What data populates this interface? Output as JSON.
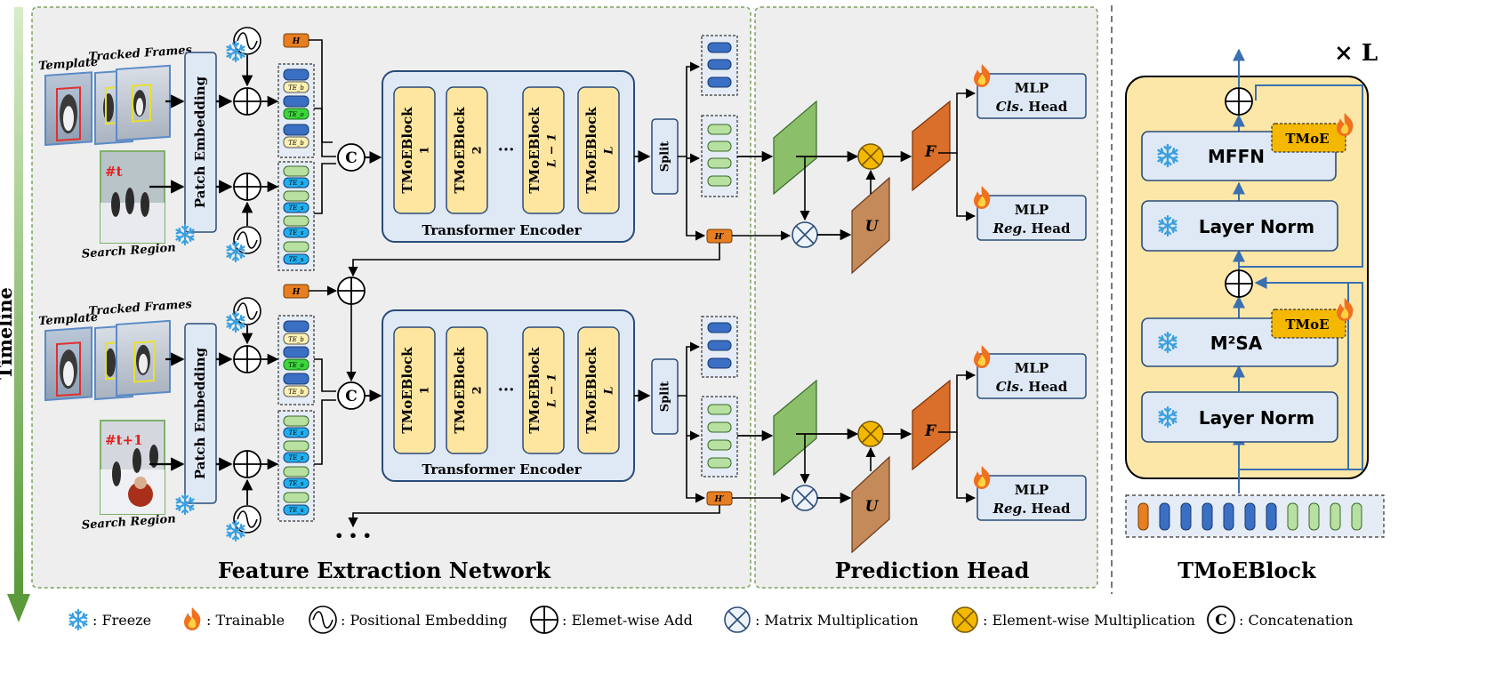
{
  "timeline_label": "Timeline",
  "sections": {
    "feature_extraction": "Feature Extraction Network",
    "prediction_head": "Prediction Head",
    "tmoe_block": "TMoEBlock"
  },
  "rows": [
    {
      "template_label": "Template",
      "tracked_label": "Tracked Frames",
      "frame_tag": "#t",
      "search_label": "Search Region"
    },
    {
      "template_label": "Template",
      "tracked_label": "Tracked Frames",
      "frame_tag": "#t+1",
      "search_label": "Search Region"
    }
  ],
  "patch_embedding": "Patch Embedding",
  "tokens": {
    "h": "H",
    "h_prime": "H′",
    "te_b": "TE_b",
    "te_o": "TE_o",
    "te_s": "TE_s"
  },
  "concat_symbol": "C",
  "encoder": {
    "title": "Transformer Encoder",
    "blocks": [
      {
        "name": "TMoEBlock",
        "index": "1"
      },
      {
        "name": "TMoEBlock",
        "index": "2"
      },
      {
        "name": "TMoEBlock",
        "index": "L − 1"
      },
      {
        "name": "TMoEBlock",
        "index": "L"
      }
    ],
    "ellipsis": "···"
  },
  "split_label": "Split",
  "heads": {
    "cls": {
      "line1": "MLP",
      "line2_italic": "Cls",
      "line2_rest": ". Head"
    },
    "reg": {
      "line1": "MLP",
      "line2_italic": "Reg",
      "line2_rest": ". Head"
    },
    "f_label": "F",
    "u_label": "U"
  },
  "continue_dots": "• • •",
  "tmoe_detail": {
    "times_l": "× L",
    "mffn": "MFFN",
    "layer_norm_top": "Layer Norm",
    "m2sa": "M²SA",
    "layer_norm_bottom": "Layer Norm",
    "tmoe_tag": "TMoE"
  },
  "legend": [
    {
      "icon": "snowflake-icon",
      "label": ": Freeze"
    },
    {
      "icon": "flame-icon",
      "label": ": Trainable"
    },
    {
      "icon": "positional-embedding-icon",
      "label": ": Positional Embedding"
    },
    {
      "icon": "add-icon",
      "label": ": Elemet-wise Add"
    },
    {
      "icon": "matmul-icon",
      "label": ": Matrix Multiplication"
    },
    {
      "icon": "elementwise-mul-icon",
      "label": ": Element-wise Multiplication"
    },
    {
      "icon": "concat-icon",
      "label": ": Concatenation"
    }
  ],
  "colors": {
    "panel_bg": "#eeeeee",
    "panel_border": "#7fa05e",
    "block_blue": "#dfe9f5",
    "block_border": "#2a4c7a",
    "tmoe_yellow": "#ffe6a0",
    "token_blue": "#3a6fc4",
    "token_green": "#b8e0a0",
    "token_orange": "#e67e22",
    "feature_green": "#8cbf6a",
    "feature_orange": "#d96f2b",
    "feature_brown": "#c58a5a",
    "tmoe_panel": "#fde7a8",
    "tmoe_badge": "#f5b800",
    "snow_blue": "#3aa0e0",
    "flame_orange": "#f07020",
    "timeline_green": "#6aa84f"
  }
}
